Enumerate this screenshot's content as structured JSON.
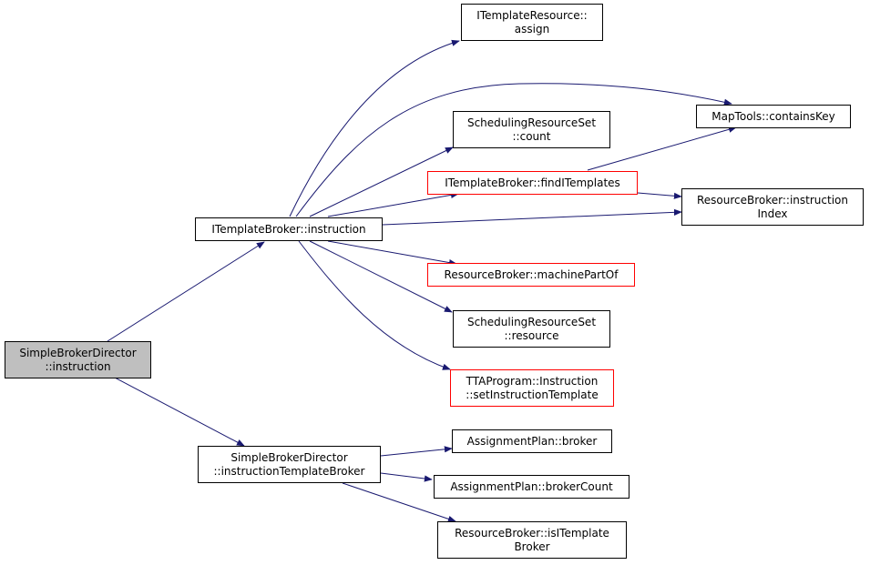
{
  "colors": {
    "edge": "#191970",
    "node_border": "#000000",
    "ref_border": "#ff0000",
    "root_fill": "#bfbfbf"
  },
  "nodes": {
    "root": {
      "lines": [
        "SimpleBrokerDirector",
        "::instruction"
      ]
    },
    "ib_instruction": {
      "lines": [
        "ITemplateBroker::instruction"
      ]
    },
    "sbd_itb": {
      "lines": [
        "SimpleBrokerDirector",
        "::instructionTemplateBroker"
      ]
    },
    "itr_assign": {
      "lines": [
        "ITemplateResource::",
        "assign"
      ]
    },
    "maptools": {
      "lines": [
        "MapTools::containsKey"
      ]
    },
    "srs_count": {
      "lines": [
        "SchedulingResourceSet",
        "::count"
      ]
    },
    "find_templates": {
      "lines": [
        "ITemplateBroker::findITemplates"
      ]
    },
    "rb_index": {
      "lines": [
        "ResourceBroker::instruction",
        "Index"
      ]
    },
    "machine_part": {
      "lines": [
        "ResourceBroker::machinePartOf"
      ]
    },
    "srs_resource": {
      "lines": [
        "SchedulingResourceSet",
        "::resource"
      ]
    },
    "tta_set": {
      "lines": [
        "TTAProgram::Instruction",
        "::setInstructionTemplate"
      ]
    },
    "ap_broker": {
      "lines": [
        "AssignmentPlan::broker"
      ]
    },
    "ap_count": {
      "lines": [
        "AssignmentPlan::brokerCount"
      ]
    },
    "rb_isit": {
      "lines": [
        "ResourceBroker::isITemplate",
        "Broker"
      ]
    }
  }
}
